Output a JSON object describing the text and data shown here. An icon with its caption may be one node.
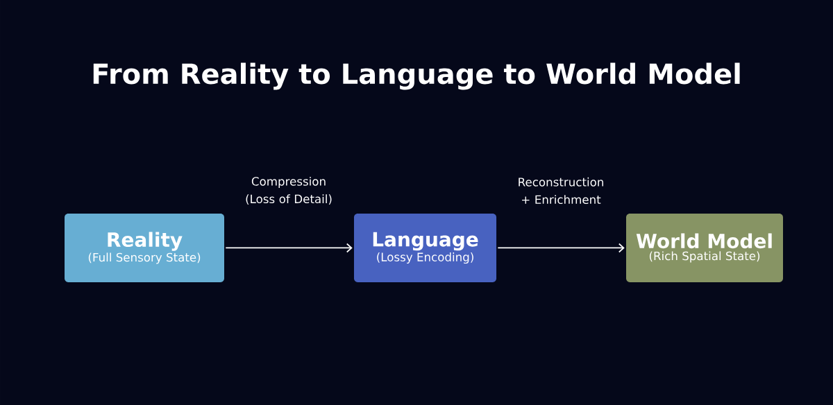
{
  "diagram": {
    "title": "From Reality to Language to World Model",
    "nodes": [
      {
        "text": [
          "Reality",
          "(Full Sensory State)"
        ]
      },
      {
        "text": [
          "Language",
          "(Lossy Encoding)"
        ]
      },
      {
        "text": [
          "World Model",
          "(Rich Spatial State)"
        ]
      }
    ],
    "edges": [
      {
        "from": 0,
        "to": 1,
        "arrow": "to",
        "label": "Compression (Loss of Detail)"
      },
      {
        "from": 1,
        "to": 2,
        "arrow": "to",
        "label": "Reconstruction + Enrichment"
      }
    ]
  }
}
